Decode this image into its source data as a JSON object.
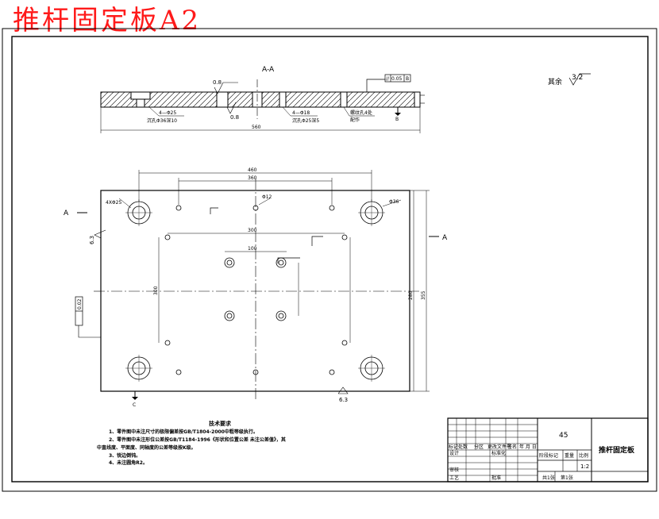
{
  "title": "推杆固定板A2",
  "section_label": "A-A",
  "section_marker": "A",
  "roughness": {
    "top_left": "0.8",
    "bottom_left": "0.8",
    "rest_label": "其余",
    "rest_value": "3.2",
    "plan_left": "6.3",
    "plan_bottom": "6.3"
  },
  "section_dims": {
    "overall_length": "560",
    "holes_a": "4—Φ25",
    "holes_a_sub": "沉孔Φ36深10",
    "holes_b": "4—Φ18",
    "holes_b_sub": "沉孔Φ25深5",
    "thread_note": "螺纹孔4处",
    "thread_sub": "配作",
    "datum": "B",
    "parallelism_value": "0.05",
    "parallelism_datum": "B"
  },
  "plan_dims": {
    "top_outer": "460",
    "top_inner": "360",
    "small_hole": "Φ12",
    "corner_hole_left": "4XΦ25",
    "corner_hole_right": "Φ36",
    "inner_width": "300",
    "center_gap": "100",
    "left_height": "300",
    "right_height_outer": "355",
    "right_height_inner": "280",
    "flatness_value": "0.02",
    "datum_bottom": "C"
  },
  "tech_req": {
    "heading": "技术要求",
    "items": [
      "1、零件图中未注尺寸的极限偏差按GB/T1804-2000中粗等级执行。",
      "2、零件图中未注形位公差按GB/T1184-1996《形状和位置公差 未注公差值》，其",
      "中直线度、平面度、同轴度的公差等级按K级。",
      "3、锐边倒钝。",
      "4、未注圆角R2。"
    ]
  },
  "title_block": {
    "material": "45",
    "part_name": "推杆固定板",
    "scale": "1:2",
    "row_labels": [
      "标记处数",
      "分区",
      "更改文件号",
      "签名",
      "年 月 日"
    ],
    "designer": "设计",
    "standardization": "标准化",
    "review": "审核",
    "process": "工艺",
    "approve": "批准",
    "stage_mark": "阶段标记",
    "weight": "重量",
    "scale_label": "比例",
    "sheets_total": "共1张",
    "sheet_no": "第1张"
  }
}
